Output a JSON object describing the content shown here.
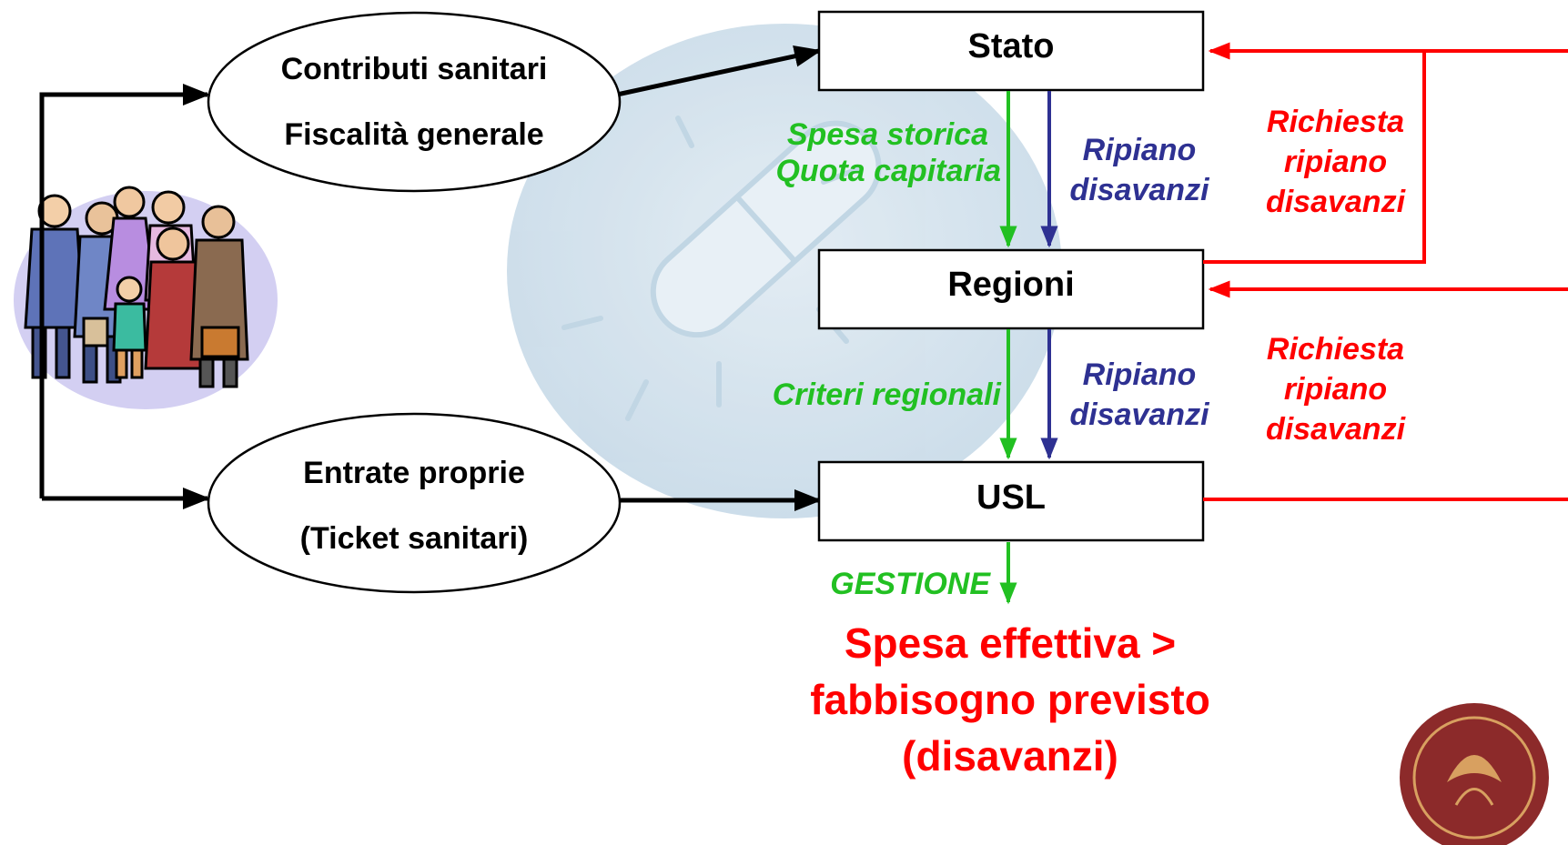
{
  "nodes": {
    "stato": "Stato",
    "regioni": "Regioni",
    "usl": "USL"
  },
  "sources": {
    "funding": [
      "Contributi sanitari",
      "Fiscalità generale"
    ],
    "own_revenue": [
      "Entrate proprie",
      "(Ticket sanitari)"
    ]
  },
  "flows": {
    "stato_to_regioni": [
      "Spesa storica",
      "Quota capitaria"
    ],
    "regioni_to_usl": [
      "Criteri regionali"
    ],
    "gestione": "GESTIONE",
    "ripiano": [
      "Ripiano",
      "disavanzi"
    ],
    "richiesta": [
      "Richiesta",
      "ripiano",
      "disavanzi"
    ]
  },
  "result": [
    "Spesa effettiva >",
    "fabbisogno previsto",
    "(disavanzi)"
  ],
  "colors": {
    "green": "#22c022",
    "navy": "#2e3192",
    "red": "#ff0000",
    "black": "#000000",
    "watermark": "#c6dcea"
  },
  "icons": [
    "people-group-clipart",
    "pill-watermark",
    "university-seal-logo"
  ]
}
